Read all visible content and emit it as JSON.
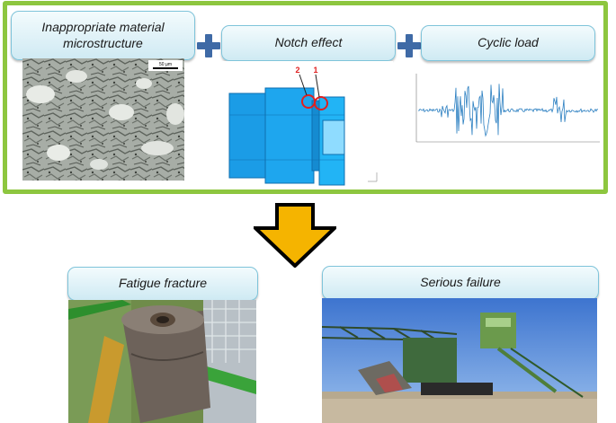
{
  "causes": [
    {
      "id": "microstructure",
      "label_line1": "Inappropriate material",
      "label_line2": "microstructure",
      "scale_bar": "50 µm"
    },
    {
      "id": "notch",
      "label": "Notch effect",
      "marker_1": "1",
      "marker_2": "2"
    },
    {
      "id": "cyclic",
      "label": "Cyclic load"
    }
  ],
  "results": [
    {
      "id": "fatigue",
      "label": "Fatigue fracture"
    },
    {
      "id": "failure",
      "label": "Serious failure"
    }
  ],
  "colors": {
    "frame_green": "#8dc63f",
    "plus_blue": "#3f6aa6",
    "arrow_yellow": "#f5b400",
    "shaft_blue": "#1b9ce6",
    "signal_blue": "#2b7fc1",
    "marker_red": "#e02020"
  }
}
